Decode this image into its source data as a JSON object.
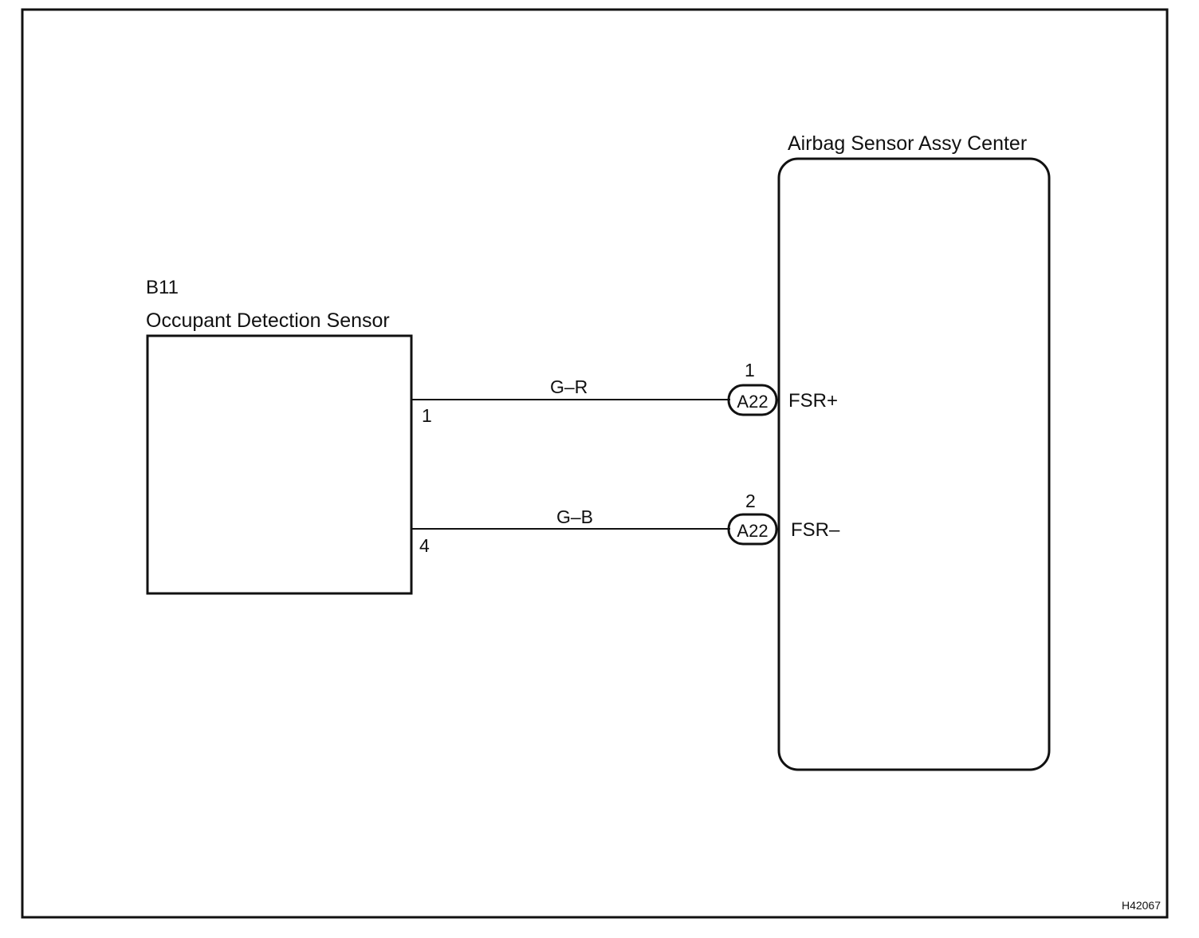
{
  "figure_id": "H42067",
  "components": {
    "sensor": {
      "code": "B11",
      "name": "Occupant Detection Sensor"
    },
    "ecu": {
      "name": "Airbag Sensor Assy Center"
    }
  },
  "wires": [
    {
      "color_code": "G–R",
      "sensor_pin": "1",
      "connector": "A22",
      "ecu_pin": "1",
      "terminal": "FSR+"
    },
    {
      "color_code": "G–B",
      "sensor_pin": "4",
      "connector": "A22",
      "ecu_pin": "2",
      "terminal": "FSR–"
    }
  ]
}
